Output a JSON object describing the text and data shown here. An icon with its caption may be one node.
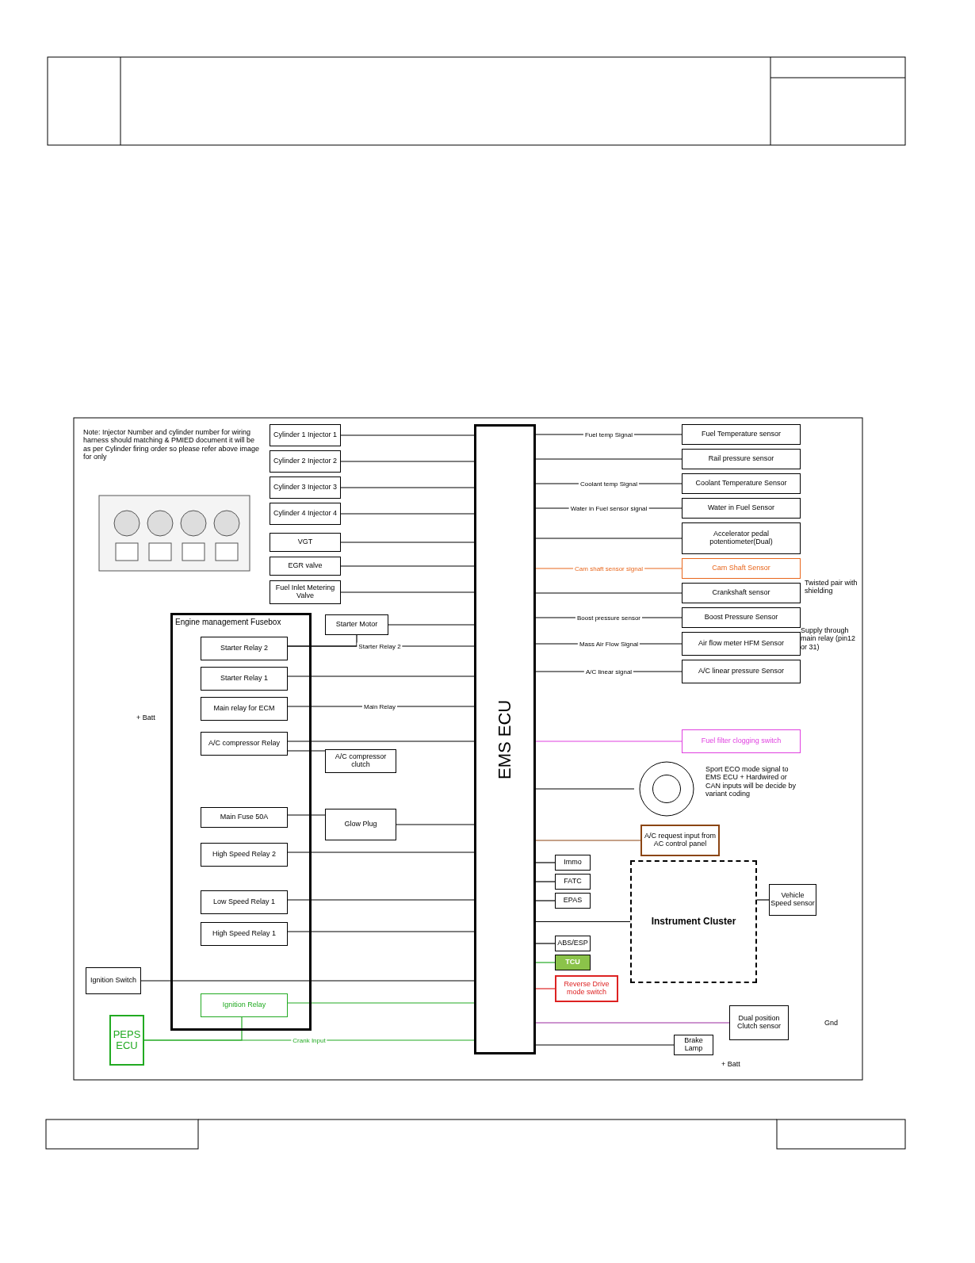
{
  "diagram": {
    "nodes": [
      {
        "text": [
          "EMS ECU"
        ]
      },
      {
        "text": [
          "Engine management Fusebox"
        ]
      },
      {
        "text": [
          "Starter Relay 2"
        ],
        "in": 1
      },
      {
        "text": [
          "Starter Relay 1"
        ],
        "in": 1
      },
      {
        "text": [
          "Main relay for ECM"
        ],
        "in": 1
      },
      {
        "text": [
          "A/C compressor Relay"
        ],
        "in": 1
      },
      {
        "text": [
          "Main Fuse 50A"
        ],
        "in": 1
      },
      {
        "text": [
          "High Speed Relay 2"
        ],
        "in": 1
      },
      {
        "text": [
          "Low Speed Relay 1"
        ],
        "in": 1
      },
      {
        "text": [
          "High Speed Relay 1"
        ],
        "in": 1
      },
      {
        "text": [
          "Ignition Relay"
        ],
        "in": 1
      },
      {
        "text": [
          "Ignition Switch"
        ]
      },
      {
        "text": [
          "PEPS ECU"
        ]
      },
      {
        "text": [
          "Cylinder 1 Injector 1"
        ]
      },
      {
        "text": [
          "Cylinder 2 Injector 2"
        ]
      },
      {
        "text": [
          "Cylinder 3 Injector 3"
        ]
      },
      {
        "text": [
          "Cylinder 4 Injector 4"
        ]
      },
      {
        "text": [
          "VGT"
        ]
      },
      {
        "text": [
          "EGR valve"
        ]
      },
      {
        "text": [
          "Fuel Inlet Metering Valve"
        ]
      },
      {
        "text": [
          "Starter Motor"
        ]
      },
      {
        "text": [
          "A/C compressor clutch"
        ]
      },
      {
        "text": [
          "Glow Plug"
        ]
      },
      {
        "text": [
          "Fuel Temperature sensor"
        ]
      },
      {
        "text": [
          "Rail pressure sensor"
        ]
      },
      {
        "text": [
          "Coolant Temperature Sensor"
        ]
      },
      {
        "text": [
          "Water in Fuel Sensor"
        ]
      },
      {
        "text": [
          "Accelerator pedal potentiometer(Dual)"
        ]
      },
      {
        "text": [
          "Cam Shaft Sensor"
        ]
      },
      {
        "text": [
          "Crankshaft sensor"
        ]
      },
      {
        "text": [
          "Boost Pressure Sensor"
        ]
      },
      {
        "text": [
          "Air flow meter HFM Sensor"
        ]
      },
      {
        "text": [
          "A/C linear pressure Sensor"
        ]
      },
      {
        "text": [
          "Fuel filter clogging switch"
        ]
      },
      {
        "text": [],
        "shape": "circle",
        "beside": [
          "Sport ECO mode signal to EMS ECU + Hardwired or CAN inputs will be decide by variant coding"
        ]
      },
      {
        "text": [
          "A/C request input from AC control panel"
        ]
      },
      {
        "text": [
          "Immo"
        ]
      },
      {
        "text": [
          "FATC"
        ]
      },
      {
        "text": [
          "EPAS"
        ]
      },
      {
        "text": [
          "ABS/ESP"
        ]
      },
      {
        "text": [
          "Reverse Drive mode switch"
        ]
      },
      {
        "text": [
          "TCU"
        ]
      },
      {
        "text": [
          "Instrument Cluster"
        ]
      },
      {
        "text": [
          "Vehicle Speed sensor"
        ]
      },
      {
        "text": [
          "Dual position Clutch sensor"
        ]
      },
      {
        "text": [
          "Brake Lamp"
        ]
      }
    ],
    "edges": [
      {
        "from": 2,
        "to": 0,
        "arrow": "none",
        "label": "Starter Relay 2"
      },
      {
        "from": 2,
        "to": 20,
        "arrow": "none"
      },
      {
        "from": 3,
        "to": 0,
        "arrow": "none"
      },
      {
        "from": 4,
        "to": 0,
        "arrow": "none",
        "label": "Main Relay"
      },
      {
        "from": 5,
        "to": 0,
        "arrow": "none"
      },
      {
        "from": 5,
        "to": 21,
        "arrow": "none"
      },
      {
        "from": 6,
        "to": 22,
        "arrow": "none"
      },
      {
        "from": 7,
        "to": 0,
        "arrow": "none"
      },
      {
        "from": 8,
        "to": 0,
        "arrow": "none"
      },
      {
        "from": 9,
        "to": 0,
        "arrow": "none"
      },
      {
        "from": 10,
        "to": 0,
        "arrow": "none",
        "color": "#22aa22"
      },
      {
        "from": 11,
        "to": 0,
        "arrow": "none"
      },
      {
        "from": 12,
        "to": 0,
        "arrow": "none",
        "label": "Crank Input",
        "color": "#22aa22"
      },
      {
        "from": 12,
        "to": 10,
        "arrow": "none",
        "color": "#22aa22"
      },
      {
        "from": 13,
        "to": 0,
        "arrow": "none"
      },
      {
        "from": 14,
        "to": 0,
        "arrow": "none"
      },
      {
        "from": 15,
        "to": 0,
        "arrow": "none"
      },
      {
        "from": 16,
        "to": 0,
        "arrow": "none"
      },
      {
        "from": 17,
        "to": 0,
        "arrow": "none"
      },
      {
        "from": 18,
        "to": 0,
        "arrow": "none"
      },
      {
        "from": 19,
        "to": 0,
        "arrow": "none"
      },
      {
        "from": 20,
        "to": 0,
        "arrow": "none"
      },
      {
        "from": 22,
        "to": 0,
        "arrow": "none"
      },
      {
        "from": 23,
        "to": 0,
        "arrow": "none",
        "label": "Fuel temp Signal"
      },
      {
        "from": 24,
        "to": 0,
        "arrow": "none"
      },
      {
        "from": 25,
        "to": 0,
        "arrow": "none",
        "label": "Coolant temp Signal"
      },
      {
        "from": 26,
        "to": 0,
        "arrow": "none",
        "label": "Water in Fuel sensor signal"
      },
      {
        "from": 27,
        "to": 0,
        "arrow": "none"
      },
      {
        "from": 28,
        "to": 0,
        "arrow": "none",
        "label": "Cam shaft sensor signal",
        "color": "#e8661c"
      },
      {
        "from": 29,
        "to": 0,
        "arrow": "none"
      },
      {
        "from": 30,
        "to": 0,
        "arrow": "none",
        "label": "Boost pressure sensor"
      },
      {
        "from": 31,
        "to": 0,
        "arrow": "none",
        "label": "Mass Air Flow Signal"
      },
      {
        "from": 32,
        "to": 0,
        "arrow": "none",
        "label": "A/C linear signal"
      },
      {
        "from": 33,
        "to": 0,
        "arrow": "none",
        "color": "#e040e0"
      },
      {
        "from": 34,
        "to": 0,
        "arrow": "none"
      },
      {
        "from": 35,
        "to": 0,
        "arrow": "none",
        "color": "#8b4513"
      },
      {
        "from": 36,
        "to": 0,
        "arrow": "none"
      },
      {
        "from": 37,
        "to": 0,
        "arrow": "none"
      },
      {
        "from": 38,
        "to": 0,
        "arrow": "none"
      },
      {
        "from": 39,
        "to": 0,
        "arrow": "none"
      },
      {
        "from": 40,
        "to": 0,
        "arrow": "none",
        "color": "#dd2222"
      },
      {
        "from": 41,
        "to": 0,
        "arrow": "none",
        "color": "#22aa22"
      },
      {
        "from": 42,
        "to": 0,
        "arrow": "none"
      },
      {
        "from": 43,
        "to": 42,
        "arrow": "none"
      },
      {
        "from": 44,
        "to": 0,
        "arrow": "none",
        "color": "#9b2aa0"
      },
      {
        "from": 45,
        "to": 0,
        "arrow": "none"
      }
    ],
    "labels": [
      "Note: Injector Number and cylinder number for wiring harness should matching & PMIED document it will be as per Cylinder firing order so please refer above image for only",
      "+ Batt",
      "Twisted pair with shielding",
      "Supply through main relay (pin12 or 31)",
      "Gnd",
      "+ Batt"
    ]
  }
}
